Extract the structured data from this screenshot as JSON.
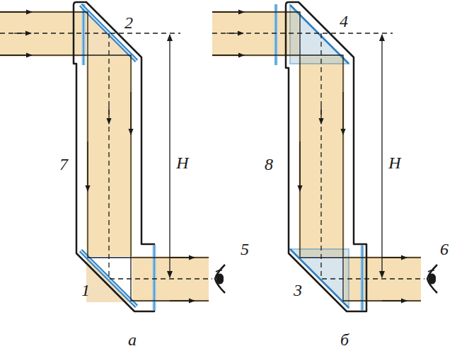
{
  "diagram": {
    "labels": [
      "2",
      "7",
      "H",
      "5",
      "1",
      "а",
      "4",
      "8",
      "H",
      "6",
      "3",
      "б"
    ]
  }
}
